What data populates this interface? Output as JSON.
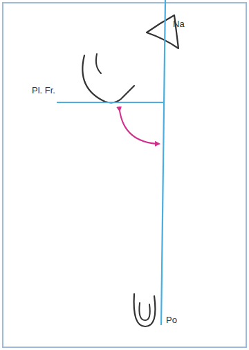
{
  "diagram": {
    "labels": [
      "Na",
      "Pl. Fr.",
      "Po"
    ]
  }
}
